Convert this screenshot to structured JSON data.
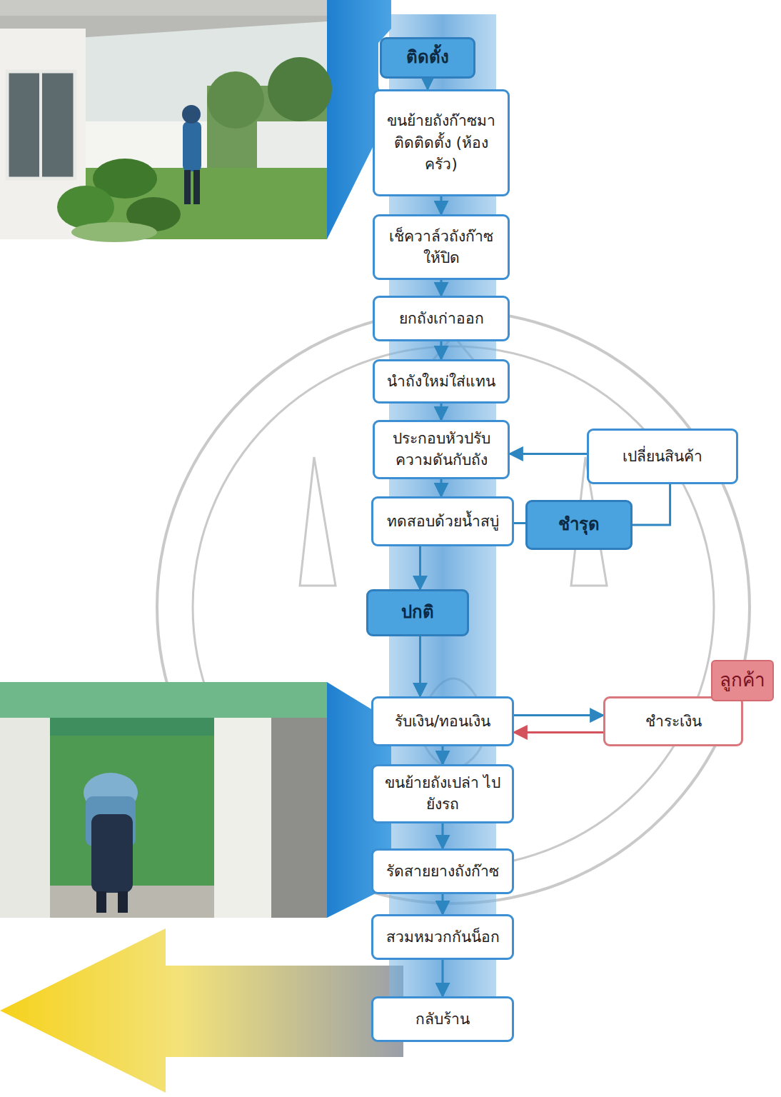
{
  "diagram": {
    "nodes": [
      {
        "text": [
          "ติดตั้ง"
        ]
      },
      {
        "text": [
          "ขนย้ายถังก๊าซมา ติดติดตั้ง (ห้องครัว)"
        ]
      },
      {
        "text": [
          "เช็ควาล์วถังก๊าซ ให้ปิด"
        ]
      },
      {
        "text": [
          "ยกถังเก่าออก"
        ]
      },
      {
        "text": [
          "นำถังใหม่ใส่แทน"
        ]
      },
      {
        "text": [
          "ประกอบหัวปรับ ความดันกับถัง"
        ]
      },
      {
        "text": [
          "ทดสอบด้วยน้ำสบู่"
        ]
      },
      {
        "text": [
          "ชำรุด"
        ]
      },
      {
        "text": [
          "ปกติ"
        ]
      },
      {
        "text": [
          "รับเงิน/ทอนเงิน"
        ]
      },
      {
        "text": [
          "ขนย้ายถังเปล่า ไปยังรถ"
        ]
      },
      {
        "text": [
          "รัดสายยางถังก๊าซ"
        ]
      },
      {
        "text": [
          "สวมหมวกกันน็อก"
        ]
      },
      {
        "text": [
          "กลับร้าน"
        ]
      },
      {
        "text": [
          "เปลี่ยนสินค้า"
        ]
      },
      {
        "text": [
          "ลูกค้า",
          "ชำระเงิน"
        ]
      }
    ],
    "edges": [
      {
        "from": 0,
        "to": 1,
        "arrow": "to"
      },
      {
        "from": 1,
        "to": 2,
        "arrow": "to"
      },
      {
        "from": 2,
        "to": 3,
        "arrow": "to"
      },
      {
        "from": 3,
        "to": 4,
        "arrow": "to"
      },
      {
        "from": 4,
        "to": 5,
        "arrow": "to"
      },
      {
        "from": 5,
        "to": 6,
        "arrow": "to"
      },
      {
        "from": 6,
        "to": 7,
        "arrow": "none"
      },
      {
        "from": 7,
        "to": 14,
        "arrow": "none"
      },
      {
        "from": 14,
        "to": 5,
        "arrow": "to"
      },
      {
        "from": 6,
        "to": 8,
        "arrow": "to"
      },
      {
        "from": 8,
        "to": 9,
        "arrow": "to"
      },
      {
        "from": 9,
        "to": 15,
        "arrow": "to"
      },
      {
        "from": 15,
        "to": 9,
        "arrow": "to"
      },
      {
        "from": 9,
        "to": 10,
        "arrow": "to"
      },
      {
        "from": 10,
        "to": 11,
        "arrow": "to"
      },
      {
        "from": 11,
        "to": 12,
        "arrow": "to"
      },
      {
        "from": 12,
        "to": 13,
        "arrow": "to"
      }
    ]
  }
}
